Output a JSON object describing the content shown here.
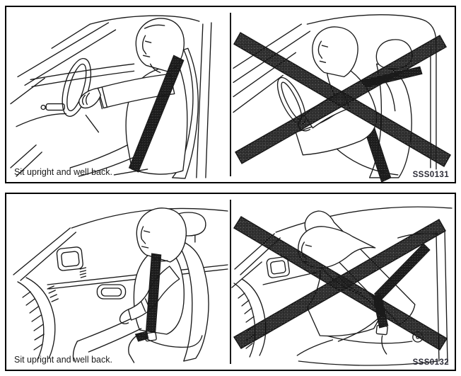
{
  "colors": {
    "background": "#ffffff",
    "line": "#1a1a1a",
    "hatch_checker": "#ababab",
    "belt_hatch": "#666666"
  },
  "figures": [
    {
      "caption": "Sit upright and well back.",
      "code": "SSS0131",
      "left_illustration": "driver-sitting-upright-wearing-seat-belt",
      "right_illustration": "driver-leaning-forward-prohibited-x"
    },
    {
      "caption": "Sit upright and well back.",
      "code": "SSS0132",
      "left_illustration": "passenger-sitting-upright-wearing-seat-belt",
      "right_illustration": "passenger-reclined-seatback-prohibited-x"
    }
  ]
}
